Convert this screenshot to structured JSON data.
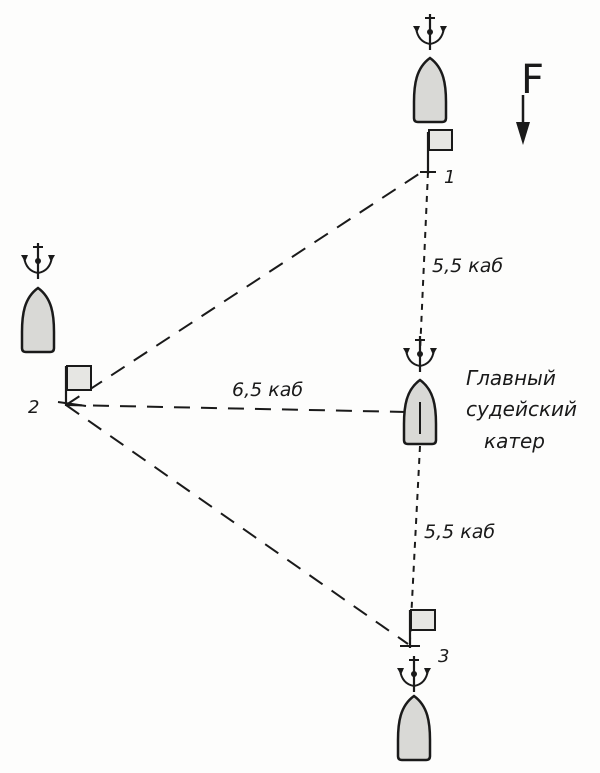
{
  "diagram": {
    "colors": {
      "ink": "#1a1a1a",
      "boat_fill": "#d9d9d6",
      "flag_fill": "#e6e6e3",
      "background": "#fdfdfc"
    },
    "marks": [
      {
        "id": "mark-1",
        "label": "1"
      },
      {
        "id": "mark-2",
        "label": "2"
      },
      {
        "id": "mark-3",
        "label": "3"
      }
    ],
    "distances": [
      {
        "id": "dist-1-main",
        "label": "5,5 каб"
      },
      {
        "id": "dist-2-main",
        "label": "6,5 каб"
      },
      {
        "id": "dist-main-3",
        "label": "5,5 каб"
      }
    ],
    "main_boat_label": [
      "Главный",
      "судейский",
      "катер"
    ],
    "wind_symbol": "F",
    "icons": [
      "boat-icon",
      "anchor-icon",
      "flag-icon",
      "wind-arrow-icon"
    ]
  }
}
